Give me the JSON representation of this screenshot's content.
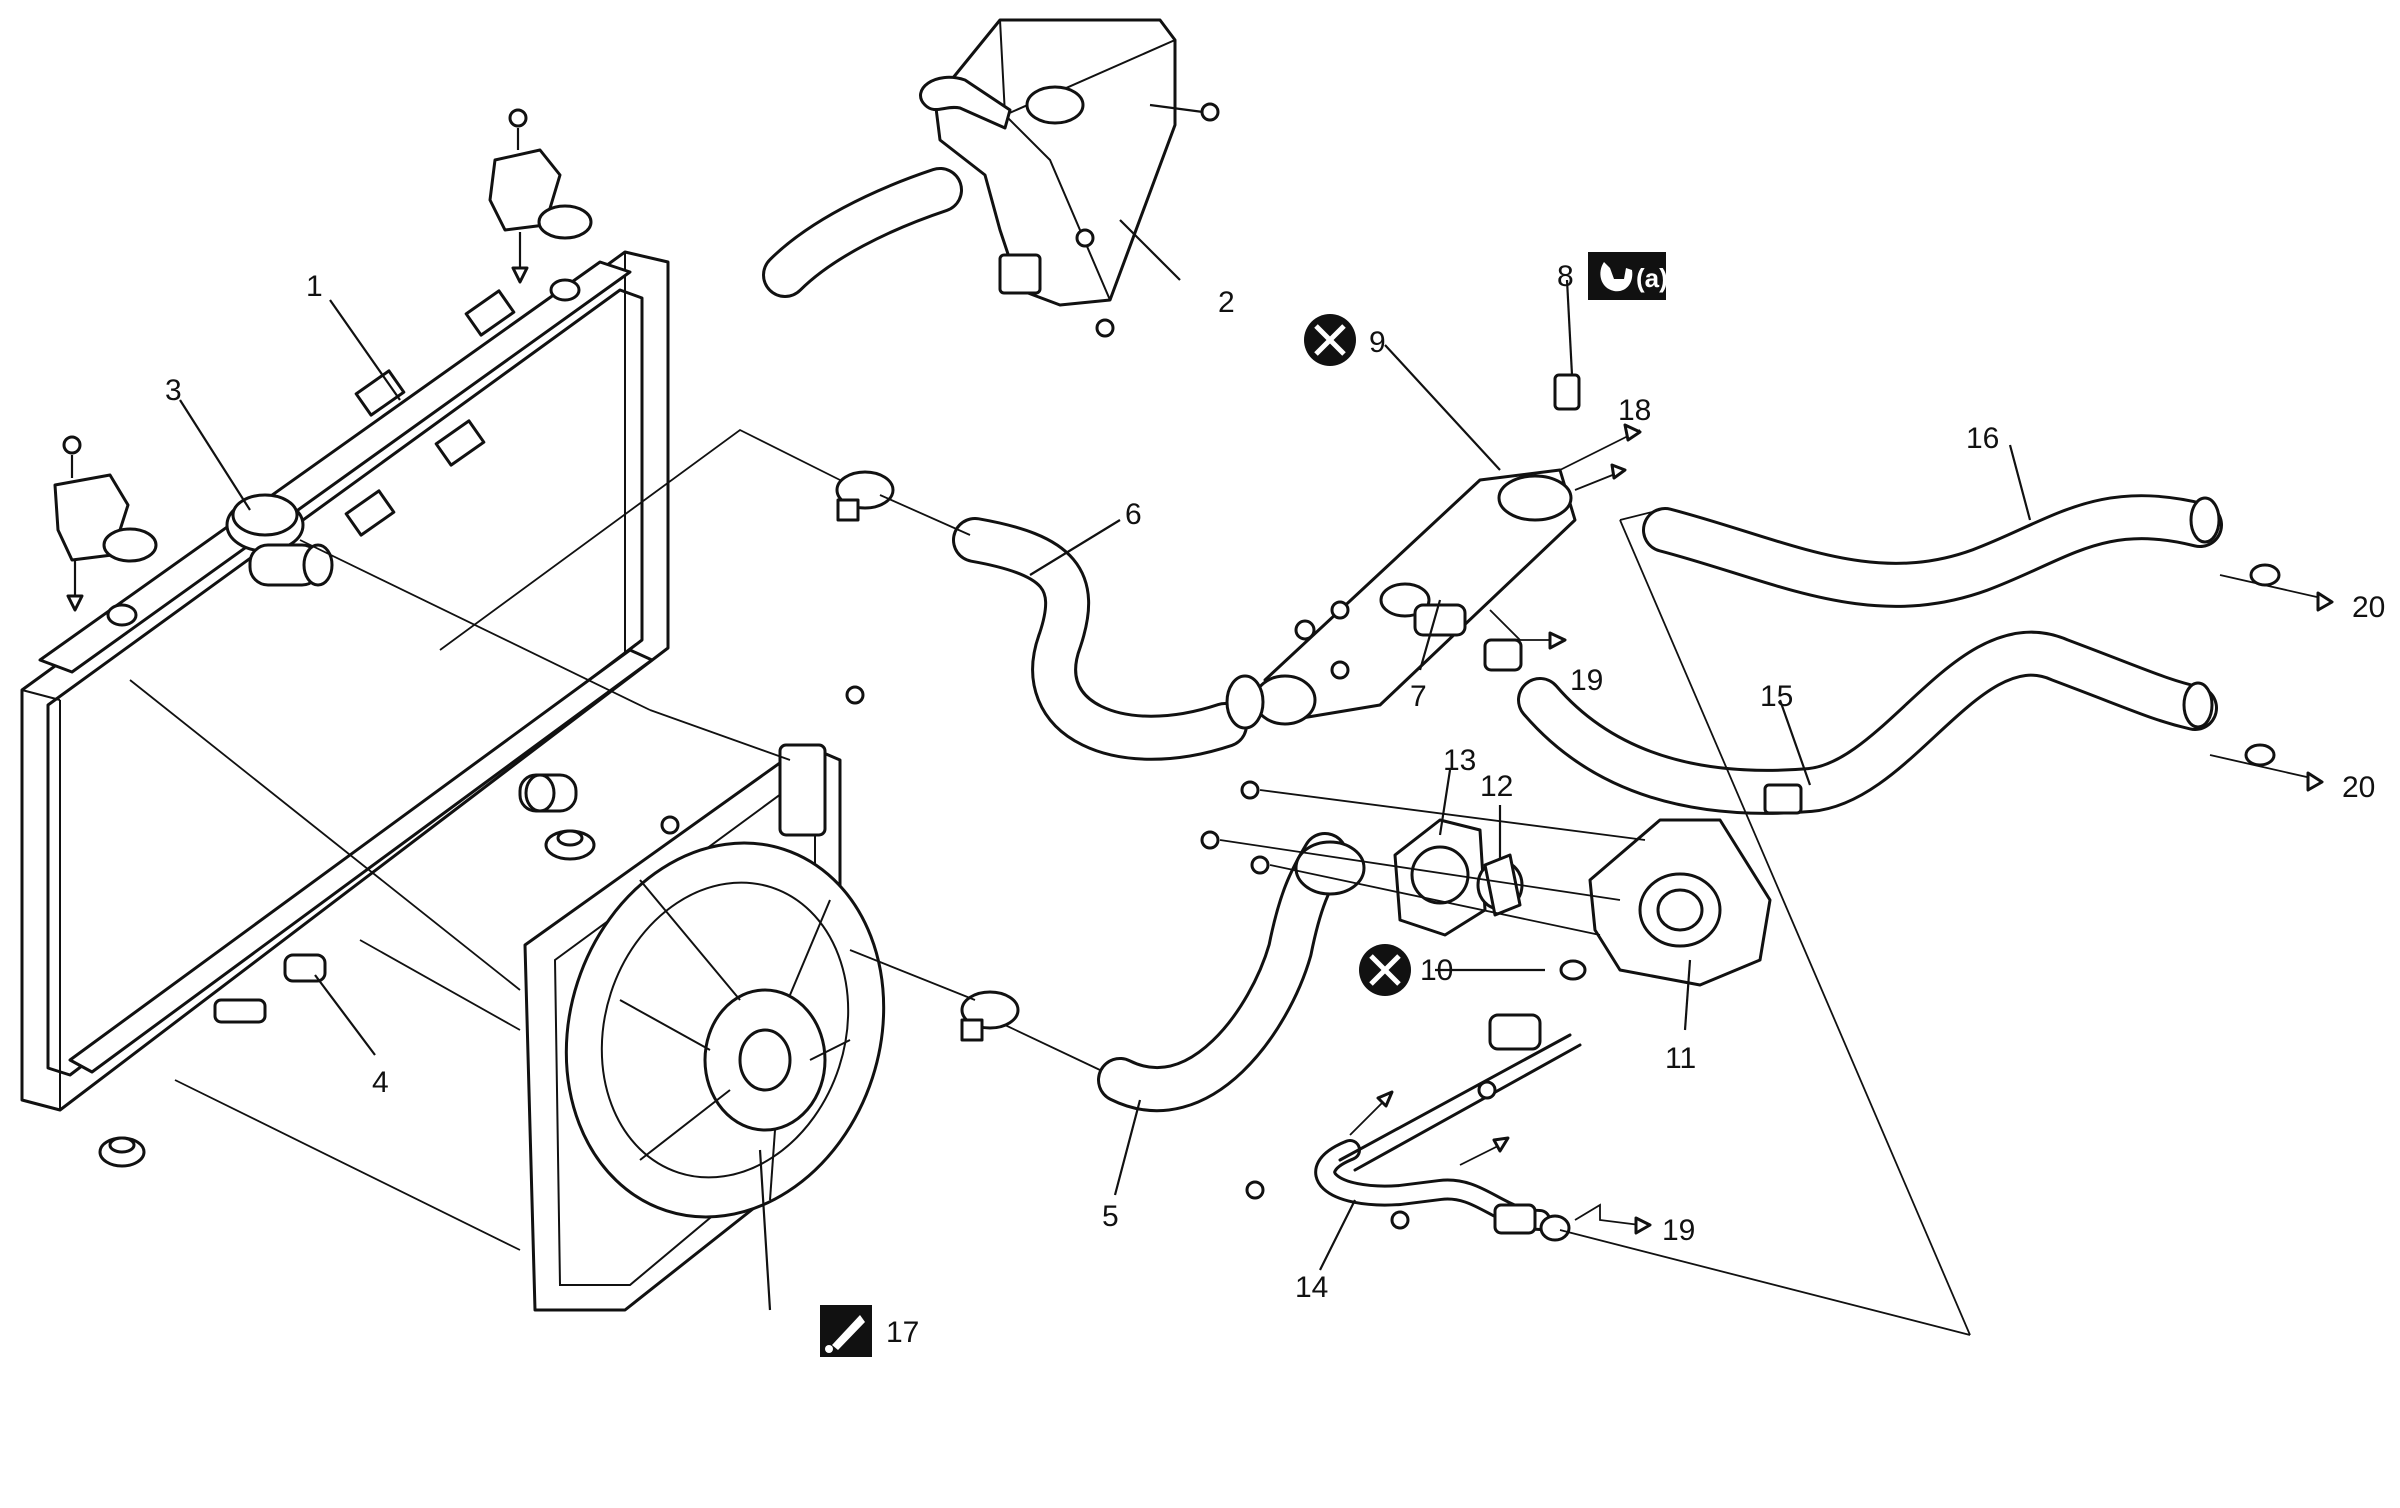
{
  "callouts": {
    "c1": "1",
    "c2": "2",
    "c3": "3",
    "c4": "4",
    "c5": "5",
    "c6": "6",
    "c7": "7",
    "c8": "8",
    "c9": "9",
    "c10": "10",
    "c11": "11",
    "c12": "12",
    "c13": "13",
    "c14": "14",
    "c15": "15",
    "c16": "16",
    "c17": "17",
    "c18": "18",
    "c19a": "19",
    "c19b": "19",
    "c20a": "20",
    "c20b": "20"
  },
  "torque_badge": {
    "label": "(a)"
  },
  "icons": {
    "new_part_symbol": "circled-x-icon",
    "torque_symbol": "wrench-icon",
    "grease_symbol": "grease-applicator-icon"
  },
  "colors": {
    "ink": "#111111",
    "paper": "#ffffff"
  }
}
